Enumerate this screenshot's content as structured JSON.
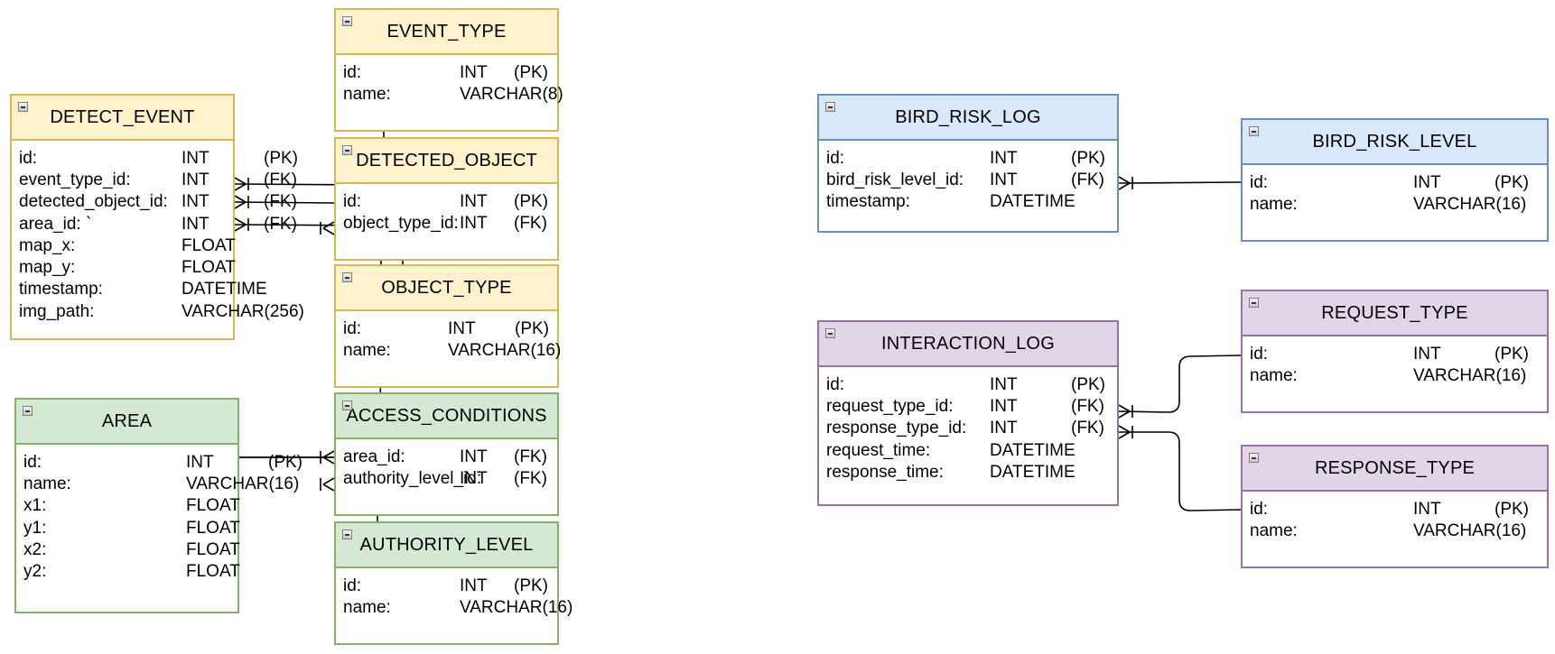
{
  "entities": [
    {
      "id": "event_type",
      "title": "EVENT_TYPE",
      "rows": [
        [
          "id:",
          "INT",
          "(PK)"
        ],
        [
          "name:",
          "VARCHAR(8)",
          ""
        ]
      ]
    },
    {
      "id": "detect_event",
      "title": "DETECT_EVENT",
      "rows": [
        [
          "id:",
          "INT",
          "(PK)"
        ],
        [
          "event_type_id:",
          "INT",
          "(FK)"
        ],
        [
          "detected_object_id:",
          "INT",
          "(FK)"
        ],
        [
          "area_id:   `",
          "INT",
          "(FK)"
        ],
        [
          "map_x:",
          "FLOAT",
          ""
        ],
        [
          "map_y:",
          "FLOAT",
          ""
        ],
        [
          "timestamp:",
          "DATETIME",
          ""
        ],
        [
          "img_path:",
          "VARCHAR(256)",
          ""
        ]
      ]
    },
    {
      "id": "detected_object",
      "title": "DETECTED_OBJECT",
      "rows": [
        [
          "id:",
          "INT",
          "(PK)"
        ],
        [
          "object_type_id:",
          "INT",
          "(FK)"
        ]
      ]
    },
    {
      "id": "object_type",
      "title": "OBJECT_TYPE",
      "rows": [
        [
          "id:",
          "INT",
          "(PK)"
        ],
        [
          "name:",
          "VARCHAR(16)",
          ""
        ]
      ]
    },
    {
      "id": "area",
      "title": "AREA",
      "rows": [
        [
          "id:",
          "INT",
          "(PK)"
        ],
        [
          "name:",
          "VARCHAR(16)",
          ""
        ],
        [
          "x1:",
          "FLOAT",
          ""
        ],
        [
          "y1:",
          "FLOAT",
          ""
        ],
        [
          "x2:",
          "FLOAT",
          ""
        ],
        [
          "y2:",
          "FLOAT",
          ""
        ]
      ]
    },
    {
      "id": "access_conditions",
      "title": "ACCESS_CONDITIONS",
      "rows": [
        [
          "area_id:",
          "INT",
          "(FK)"
        ],
        [
          "authority_level_id:",
          "INT",
          "(FK)"
        ]
      ]
    },
    {
      "id": "authority_level",
      "title": "AUTHORITY_LEVEL",
      "rows": [
        [
          "id:",
          "INT",
          "(PK)"
        ],
        [
          "name:",
          "VARCHAR(16)",
          ""
        ]
      ]
    },
    {
      "id": "bird_risk_log",
      "title": "BIRD_RISK_LOG",
      "rows": [
        [
          "id:",
          "INT",
          "(PK)"
        ],
        [
          "bird_risk_level_id:",
          "INT",
          "(FK)"
        ],
        [
          "timestamp:",
          "DATETIME",
          ""
        ]
      ]
    },
    {
      "id": "bird_risk_level",
      "title": "BIRD_RISK_LEVEL",
      "rows": [
        [
          "id:",
          "INT",
          "(PK)"
        ],
        [
          "name:",
          "VARCHAR(16)",
          ""
        ]
      ]
    },
    {
      "id": "interaction_log",
      "title": "INTERACTION_LOG",
      "rows": [
        [
          "id:",
          "INT",
          "(PK)"
        ],
        [
          "request_type_id:",
          "INT",
          "(FK)"
        ],
        [
          "response_type_id:",
          "INT",
          "(FK)"
        ],
        [
          "request_time:",
          "DATETIME",
          ""
        ],
        [
          "response_time:",
          "DATETIME",
          ""
        ]
      ]
    },
    {
      "id": "request_type",
      "title": "REQUEST_TYPE",
      "rows": [
        [
          "id:",
          "INT",
          "(PK)"
        ],
        [
          "name:",
          "VARCHAR(16)",
          ""
        ]
      ]
    },
    {
      "id": "response_type",
      "title": "RESPONSE_TYPE",
      "rows": [
        [
          "id:",
          "INT",
          "(PK)"
        ],
        [
          "name:",
          "VARCHAR(16)",
          ""
        ]
      ]
    }
  ],
  "relationships": [
    {
      "from": "detect_event.event_type_id",
      "to": "event_type.id",
      "cardinality": "one-or-many to one"
    },
    {
      "from": "detect_event.detected_object_id",
      "to": "detected_object.id",
      "cardinality": "one-or-many to one"
    },
    {
      "from": "detect_event.area_id",
      "to": "area.id",
      "cardinality": "one-or-many to one"
    },
    {
      "from": "detected_object.object_type_id",
      "to": "object_type.id",
      "cardinality": "one-or-many to one"
    },
    {
      "from": "access_conditions.area_id",
      "to": "area.id",
      "cardinality": "one-or-many to one"
    },
    {
      "from": "access_conditions.authority_level_id",
      "to": "authority_level.id",
      "cardinality": "one-or-many to one"
    },
    {
      "from": "bird_risk_log.bird_risk_level_id",
      "to": "bird_risk_level.id",
      "cardinality": "one-or-many to one"
    },
    {
      "from": "interaction_log.request_type_id",
      "to": "request_type.id",
      "cardinality": "one-or-many to one"
    },
    {
      "from": "interaction_log.response_type_id",
      "to": "response_type.id",
      "cardinality": "one-or-many to one"
    }
  ]
}
